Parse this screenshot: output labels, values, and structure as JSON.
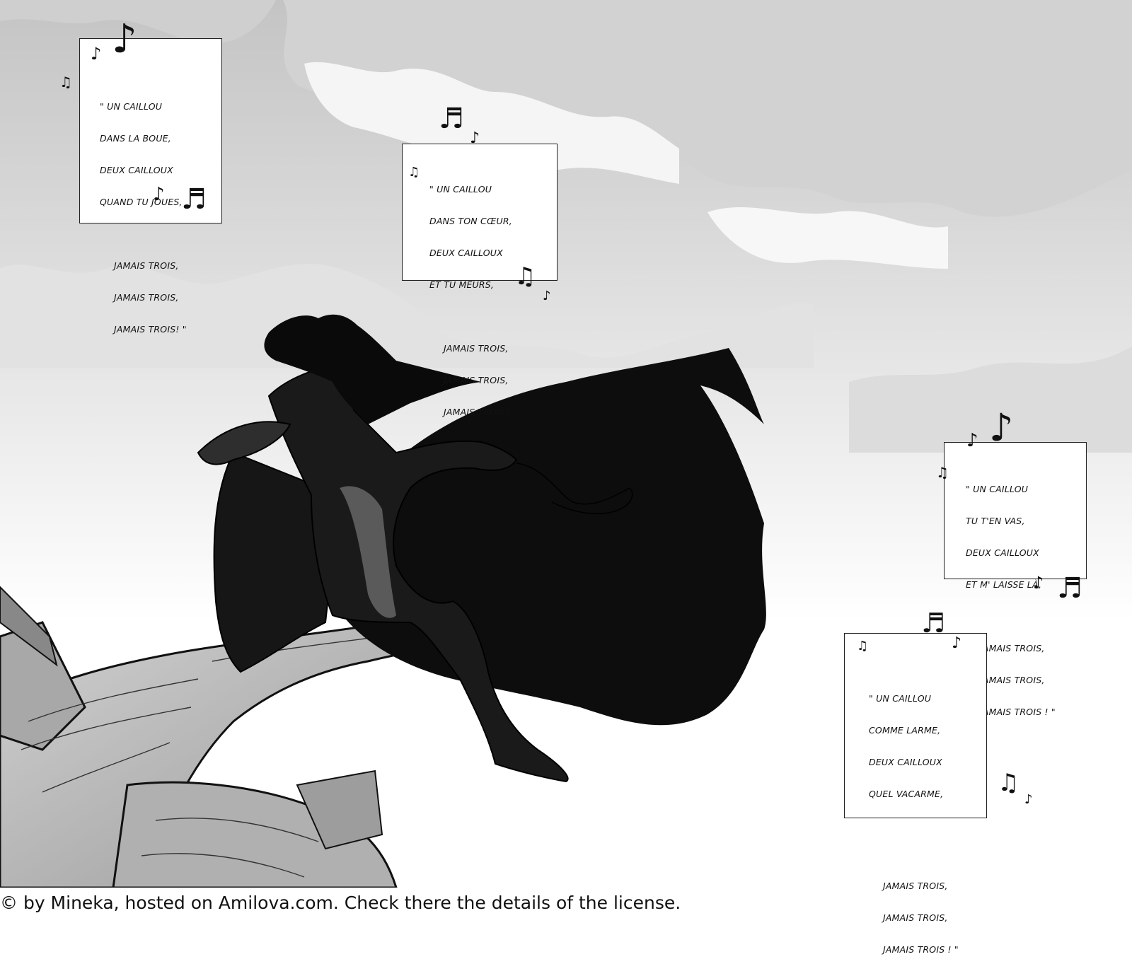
{
  "captions": [
    {
      "lines": [
        "\" UN CAILLOU",
        "DANS LA BOUE,",
        "DEUX CAILLOUX",
        "QUAND TU JOUES,"
      ],
      "refrain": [
        "JAMAIS TROIS,",
        "JAMAIS TROIS,",
        "JAMAIS TROIS! \""
      ]
    },
    {
      "lines": [
        "\" UN CAILLOU",
        "DANS TON CŒUR,",
        "DEUX CAILLOUX",
        "ET TU MEURS,"
      ],
      "refrain": [
        "JAMAIS TROIS,",
        "JAMAIS TROIS,",
        "JAMAIS TROIS! \""
      ]
    },
    {
      "lines": [
        "\" UN CAILLOU",
        "TU T'EN VAS,",
        "DEUX CAILLOUX",
        "ET M' LAISSE LÀ,"
      ],
      "refrain": [
        "JAMAIS TROIS,",
        "JAMAIS TROIS,",
        "JAMAIS TROIS ! \""
      ]
    },
    {
      "lines": [
        "\" UN CAILLOU",
        "COMME LARME,",
        "DEUX CAILLOUX",
        "QUEL VACARME,"
      ],
      "refrain": [
        "JAMAIS TROIS,",
        "JAMAIS TROIS,",
        "JAMAIS TROIS ! \""
      ]
    }
  ],
  "notes": {
    "eighth": "♪",
    "beamed": "♫",
    "double": "♬"
  },
  "icons": {
    "note": "music-note-icon"
  },
  "colors": {
    "sky": "#c9c9c9",
    "cloud": "#f4f4f4",
    "ink": "#0d0d0d",
    "wood": "#bdbdbd"
  },
  "footer": {
    "text": "© by Mineka, hosted on Amilova.com. Check there the details of the license."
  }
}
